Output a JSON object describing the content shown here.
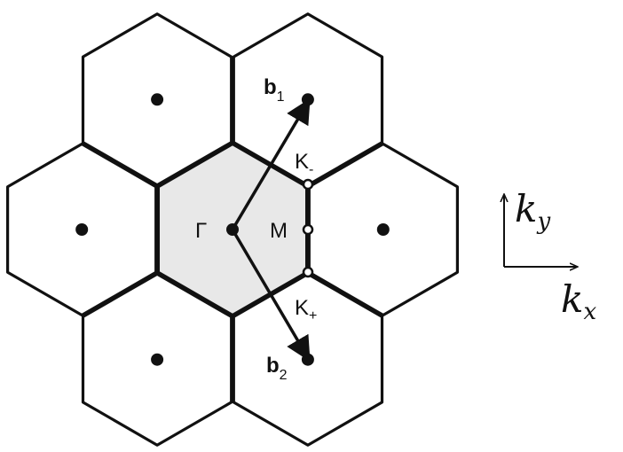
{
  "colors": {
    "line": "#111111",
    "central_zone_fill": "#e8e8e8",
    "background": "#ffffff"
  },
  "labels": {
    "gamma": "Γ",
    "m_point": "M",
    "k_minus_base": "K",
    "k_minus_sub": "-",
    "k_plus_base": "K",
    "k_plus_sub": "+",
    "b1_base": "b",
    "b1_sub": "1",
    "b2_base": "b",
    "b2_sub": "2"
  },
  "axes": {
    "kx_base": "k",
    "kx_sub": "x",
    "ky_base": "k",
    "ky_sub": "y"
  }
}
